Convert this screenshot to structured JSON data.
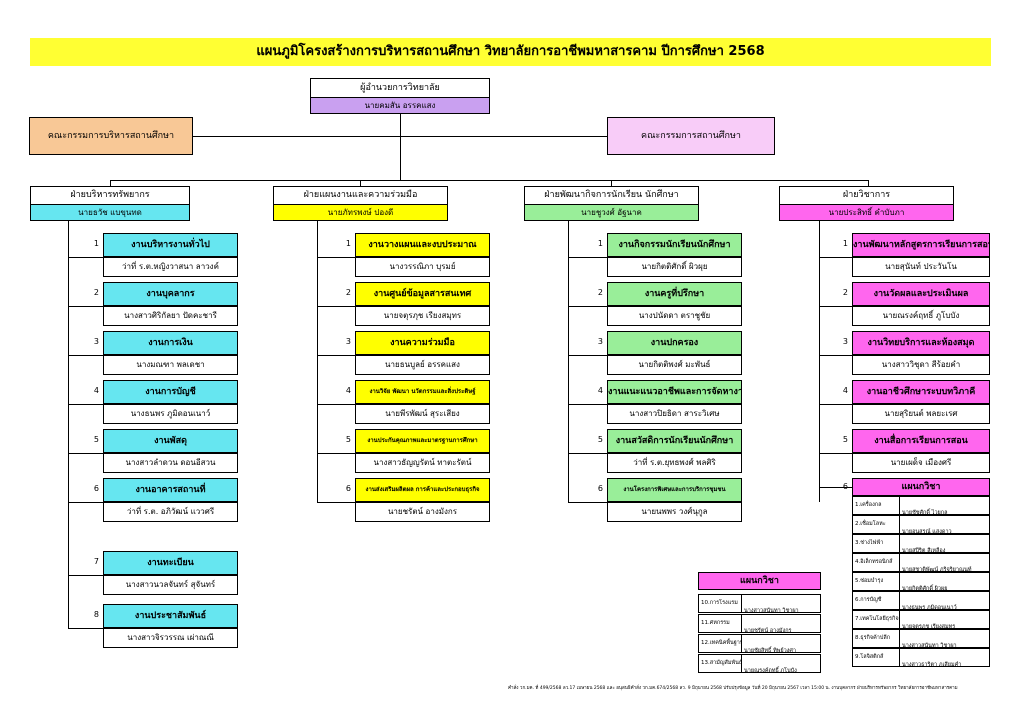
{
  "title": "แผนภูมิโครงสร้างการบริหารสถานศึกษา วิทยาลัยการอาชีพมหาสารคาม  ปีการศึกษา 2568",
  "director": {
    "position": "ผู้อำนวยการวิทยาลัย",
    "name": "นายคมสัน อรรคแสง"
  },
  "committees": {
    "left": "คณะกรรมการบริหารสถานศึกษา",
    "right": "คณะกรรมการสถานศึกษา"
  },
  "columns": [
    {
      "head": "ฝ่ายบริหารทรัพยากร",
      "name": "นายธวัช แบขุนทด",
      "tasks": [
        {
          "no": "1",
          "task": "งานบริหารงานทั่วไป",
          "person": "ว่าที่ ร.ต.หญิงวาสนา ลาวงค์"
        },
        {
          "no": "2",
          "task": "งานบุคลากร",
          "person": "นางสาวศิริกัลยา ปัดคะชารี"
        },
        {
          "no": "3",
          "task": "งานการเงิน",
          "person": "นางมณฑา พลเดชา"
        },
        {
          "no": "4",
          "task": "งานการบัญชี",
          "person": "นางธนพร ภูมิดอนเนาว์"
        },
        {
          "no": "5",
          "task": "งานพัสดุ",
          "person": "นางสาวลำดวน ดอนอีสวน"
        },
        {
          "no": "6",
          "task": "งานอาคารสถานที่",
          "person": "ว่าที่ ร.ต. อภิวัฒน์ แววศรี"
        },
        {
          "no": "7",
          "task": "งานทะเบียน",
          "person": "นางสาวนวลจันทร์ สุจันทร์"
        },
        {
          "no": "8",
          "task": "งานประชาสัมพันธ์",
          "person": "นางสาวจิรวรรณ เผ่าณณี"
        }
      ]
    },
    {
      "head": "ฝ่ายแผนงานและความร่วมมือ",
      "name": "นายภัทรพงษ์ ปองดี",
      "tasks": [
        {
          "no": "1",
          "task": "งานวางแผนและงบประมาณ",
          "person": "นางวรรณิภา บุรมย์"
        },
        {
          "no": "2",
          "task": "งานศูนย์ข้อมูลสารสนเทศ",
          "person": "นายจตุรภุช เรียงสมุทร"
        },
        {
          "no": "3",
          "task": "งานความร่วมมือ",
          "person": "นายธนบูลย์ อรรคแสง"
        },
        {
          "no": "4",
          "task": "งานวิจัย พัฒนา นวัตกรรมและสิ่งประดิษฐ์",
          "person": "นายพีรพัฒน์ สุระเสียง"
        },
        {
          "no": "5",
          "task": "งานประกันคุณภาพและมาตรฐานการศึกษา",
          "person": "นางสาวธัญญรัตน์ ทาตะรัตน์"
        },
        {
          "no": "6",
          "task": "งานส่งเสริมผลิตผล การค้าและประกอบธุรกิจ",
          "person": "นายชรัตน์ อางมังกร"
        }
      ]
    },
    {
      "head": "ฝ่ายพัฒนากิจการนักเรียน นักศึกษา",
      "name": "นายชูวงศ์ อัฐนาค",
      "tasks": [
        {
          "no": "1",
          "task": "งานกิจกรรมนักเรียนนักศึกษา",
          "person": "นายกิตติศักดิ์ ผิวผุย"
        },
        {
          "no": "2",
          "task": "งานครูที่ปรึกษา",
          "person": "นางปนัดดา ตราชูชัย"
        },
        {
          "no": "3",
          "task": "งานปกครอง",
          "person": "นายกิตติพงศ์ มะพันธ์"
        },
        {
          "no": "4",
          "task": "งานแนะแนวอาชีพและการจัดหางาน",
          "person": "นางสาวปิยธิดา สาระวิเศษ"
        },
        {
          "no": "5",
          "task": "งานสวัสดิการนักเรียนนักศึกษา",
          "person": "ว่าที่ ร.ต.ยุทธพงศ์ พลศิริ"
        },
        {
          "no": "6",
          "task": "งานโครงการพิเศษและการบริการชุมชน",
          "person": "นายนพพร วงศ์นุกูล"
        }
      ]
    },
    {
      "head": "ฝ่ายวิชาการ",
      "name": "นายประสิทธิ์ คำบับภา",
      "tasks": [
        {
          "no": "1",
          "task": "งานพัฒนาหลักสูตรการเรียนการสอน",
          "person": "นายสุนันท์ ประวันโน"
        },
        {
          "no": "2",
          "task": "งานวัดผลและประเมินผล",
          "person": "นายณรงค์ฤทธิ์ ภูโบบัง"
        },
        {
          "no": "3",
          "task": "งานวิทยบริการและห้องสมุด",
          "person": "นางสาววิชุดา สีร้อยคำ"
        },
        {
          "no": "4",
          "task": "งานอาชีวศึกษาระบบทวิภาคี",
          "person": "นายสุริยนต์ พลยะเรศ"
        },
        {
          "no": "5",
          "task": "งานสื่อการเรียนการสอน",
          "person": "นายเผด็จ เมืองศรี"
        }
      ]
    }
  ],
  "plan_main": {
    "no": "6",
    "title": "แผนกวิชา",
    "rows": [
      {
        "dept": "1.เครื่องกล",
        "person": "นายชัชศักดิ์ ไวยกูล"
      },
      {
        "dept": "2.เชื่อมโลหะ",
        "person": "นายอนุสรณ์ แสงดาว"
      },
      {
        "dept": "3.ช่างไฟฟ้า",
        "person": "นายสปีริต สีเหลือง"
      },
      {
        "dept": "4.อิเล็กทรอนิกส์",
        "person": "นายสุชาติพัฒน์ ภูริจริยาณนท์"
      },
      {
        "dept": "5.ซ่อมบำรุง",
        "person": "นายกิตติศักดิ์ ผิวผุย"
      },
      {
        "dept": "6.การบัญชี",
        "person": "นางธนพร ภูมิดอนเนาว์"
      },
      {
        "dept": "7.เทคโนโลยีธุรกิจดิจิทัล",
        "person": "นายจตุรภุช เรียงสมุทร"
      },
      {
        "dept": "8.ธุรกิจค้าปลีก",
        "person": "นางสาวสุนันทา วิชาผา"
      },
      {
        "dept": "9.โลจิสติกส์",
        "person": "นางสาวธาริตา ภูเสียมคำ"
      }
    ]
  },
  "plan_extra": {
    "title": "แผนกวิชา",
    "rows": [
      {
        "dept": "10.การโรงแรม",
        "person": "นางสาวสุนันทา วิชาผา"
      },
      {
        "dept": "11.ศหกรรม",
        "person": "นายชรัตน์ อางมังกร"
      },
      {
        "dept": "12.เทคนิคพื้นฐาน",
        "person": "นายชัยสิทธิ์ ทิพย์วงศา"
      },
      {
        "dept": "13.สามัญสัมพันธ์",
        "person": "นายณรงค์ฤทธิ์ ภูโบบัง"
      }
    ]
  },
  "footer": "คำสั่ง วก.มค. ที่ 499/2568 ลว.17 เมษายน 2568  และ อนุสนธิคำสั่ง วก.มค.674/2568 ลว. 9 มิถุนายน 2568  ปรับปรุงข้อมูล วันที่  20  มิถุนายน 2567 เวลา 15:00 น.   งานบุคลากร ฝ่ายบริหารทรัพยากร วิทยาลัยการอาชีพมหาสารคาม",
  "colors": {
    "title_bg": "#ffff33",
    "director_bg": "#c9a0f0",
    "committee_left_bg": "#f8c896",
    "committee_right_bg": "#f8ccf8",
    "col1": "#66e6f0",
    "col2": "#ffff00",
    "col3": "#99ee99",
    "col4": "#ff66ee"
  }
}
